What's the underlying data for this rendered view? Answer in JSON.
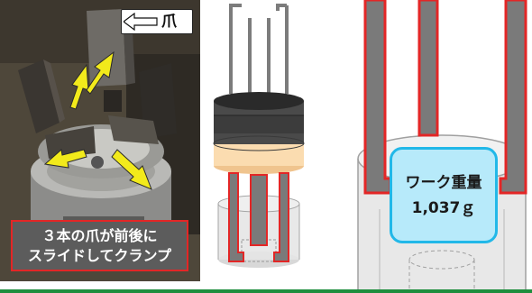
{
  "photo": {
    "claw_label": "爪",
    "caption_line1": "３本の爪が前後に",
    "caption_line2": "スライドしてクランプ"
  },
  "weight": {
    "label": "ワーク重量",
    "value": "1,037ｇ"
  },
  "colors": {
    "accent_red": "#e32626",
    "arrow_yellow": "#f2ea1b",
    "weight_fill": "#b7eafa",
    "weight_border": "#22b8e8",
    "divider_green": "#1e8e3e"
  }
}
